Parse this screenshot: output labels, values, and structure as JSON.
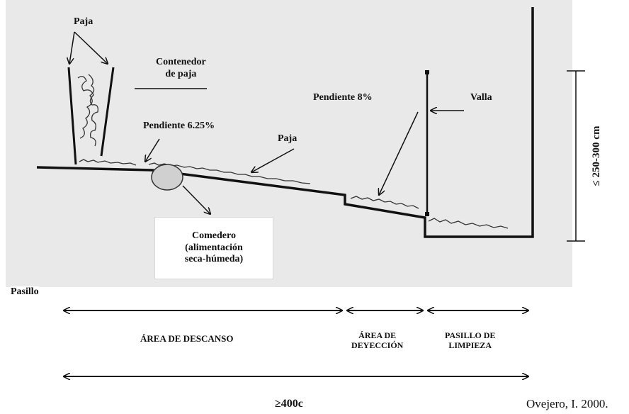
{
  "labels": {
    "paja_top": "Paja",
    "contenedor": "Contenedor\nde paja",
    "pendiente_625": "Pendiente 6.25%",
    "paja_mid": "Paja",
    "pendiente_8": "Pendiente 8%",
    "valla": "Valla",
    "comedero": "Comedero\n(alimentación\nseca-húmeda)",
    "altura": "≤ 250-300 cm",
    "pasillo": "Pasillo",
    "area_descanso": "ÁREA DE DESCANSO",
    "area_deyeccion": "ÁREA DE\nDEYECCIÓN",
    "pasillo_limpieza": "PASILLO DE\nLIMPIEZA",
    "longitud": "≥400c",
    "fuente": "Ovejero, I. 2000."
  },
  "colors": {
    "line": "#111111",
    "scan_background": "#e9e9e9",
    "feeder_fill": "#d0d0d0"
  }
}
